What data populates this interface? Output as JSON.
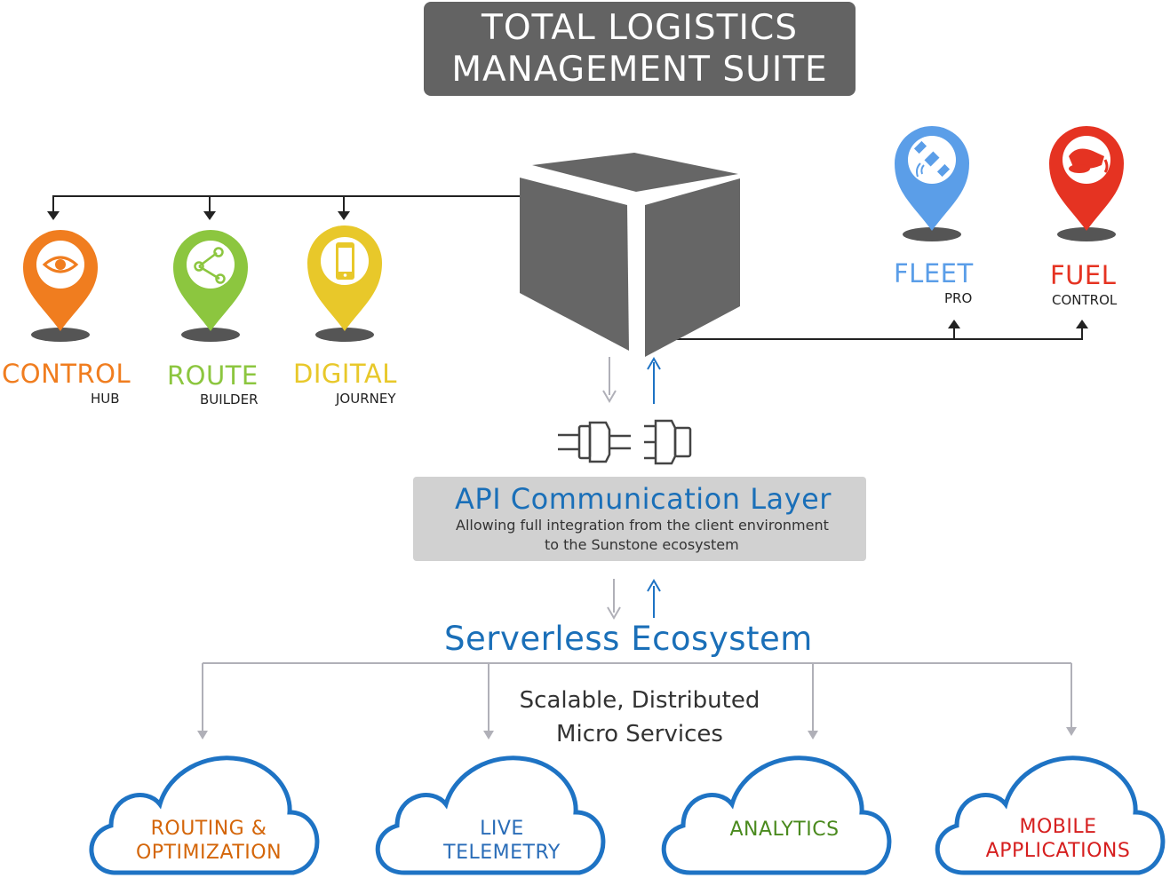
{
  "title": {
    "line1": "TOTAL LOGISTICS",
    "line2": "MANAGEMENT SUITE"
  },
  "products": {
    "control": {
      "name": "CONTROL",
      "sub": "HUB",
      "color": "#f07d1f",
      "icon": "eye-icon"
    },
    "route": {
      "name": "ROUTE",
      "sub": "BUILDER",
      "color": "#8cc63f",
      "icon": "share-nodes-icon"
    },
    "digital": {
      "name": "DIGITAL",
      "sub": "JOURNEY",
      "color": "#e8c82a",
      "icon": "smartphone-icon"
    },
    "fleet": {
      "name": "FLEET",
      "sub": "PRO",
      "color": "#5b9ee8",
      "icon": "satellite-icon"
    },
    "fuel": {
      "name": "FUEL",
      "sub": "CONTROL",
      "color": "#e53322",
      "icon": "fuel-nozzle-icon"
    }
  },
  "api": {
    "title": "API Communication Layer",
    "line1": "Allowing full integration from the client environment",
    "line2": "to the Sunstone ecosystem"
  },
  "serverless": {
    "title": "Serverless Ecosystem",
    "line1": "Scalable, Distributed",
    "line2": "Micro Services"
  },
  "clouds": {
    "routing": {
      "line1": "ROUTING &",
      "line2": "OPTIMIZATION",
      "color": "#d4660a"
    },
    "telemetry": {
      "line1": "LIVE",
      "line2": "TELEMETRY",
      "color": "#2a6db8"
    },
    "analytics": {
      "line1": "ANALYTICS",
      "color": "#4a8a1e"
    },
    "mobile": {
      "line1": "MOBILE",
      "line2": "APPLICATIONS",
      "color": "#d61f1f"
    }
  },
  "colors": {
    "cloud_outline": "#1e73c4",
    "cube": "#666666",
    "connector": "#222222",
    "flow_down": "#b0b0b8",
    "flow_up": "#1e73c4"
  }
}
